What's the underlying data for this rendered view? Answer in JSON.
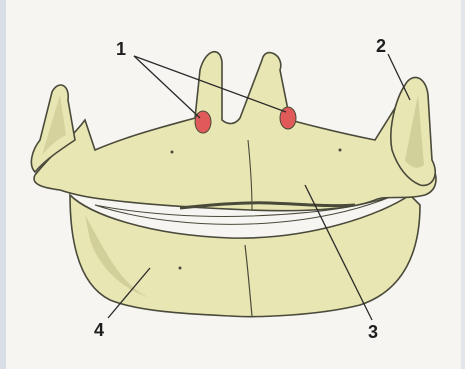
{
  "diagram": {
    "labels": {
      "one": "1",
      "two": "2",
      "three": "3",
      "four": "4"
    },
    "colors": {
      "bone_fill": "#e8e6b3",
      "bone_shadow": "#c8c490",
      "bone_outline": "#4a4a3a",
      "highlight": "#e05a5a",
      "background": "#f6f5f2"
    }
  }
}
